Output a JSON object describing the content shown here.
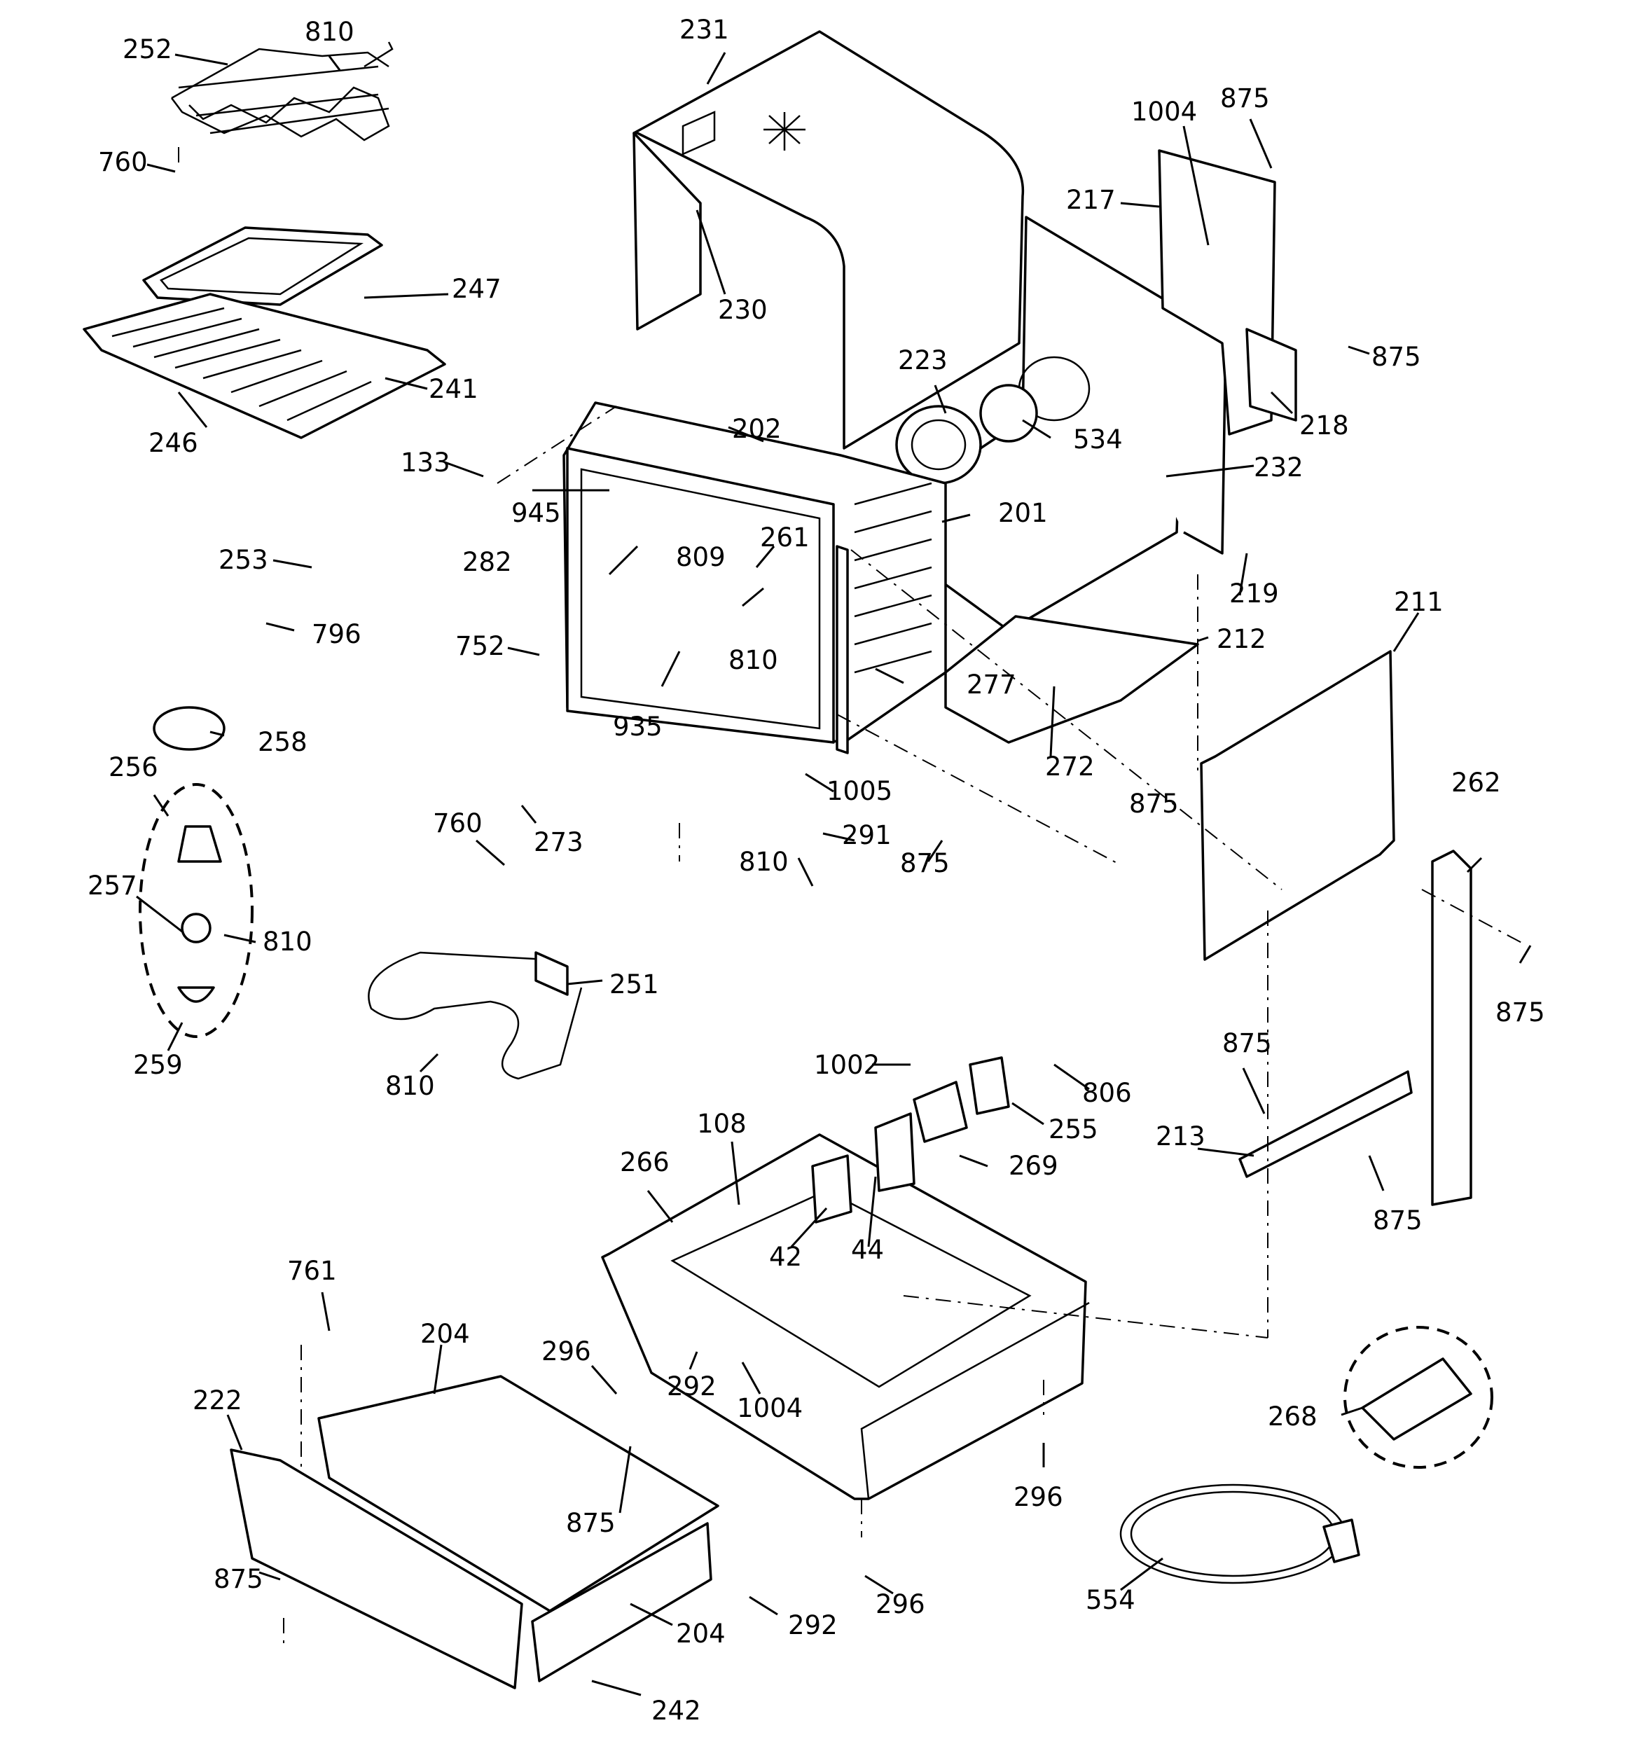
{
  "diagram": {
    "callouts": [
      "252",
      "810",
      "760",
      "231",
      "1004",
      "875",
      "217",
      "230",
      "247",
      "223",
      "875",
      "241",
      "246",
      "534",
      "218",
      "202",
      "133",
      "232",
      "945",
      "201",
      "261",
      "282",
      "809",
      "253",
      "219",
      "212",
      "211",
      "796",
      "752",
      "810",
      "277",
      "935",
      "272",
      "258",
      "875",
      "1005",
      "262",
      "256",
      "760",
      "273",
      "291",
      "875",
      "810",
      "257",
      "810",
      "875",
      "251",
      "259",
      "810",
      "1002",
      "806",
      "875",
      "255",
      "108",
      "213",
      "266",
      "269",
      "875",
      "42",
      "44",
      "761",
      "204",
      "296",
      "222",
      "292",
      "1004",
      "268",
      "875",
      "296",
      "875",
      "292",
      "296",
      "554",
      "204",
      "242"
    ]
  }
}
